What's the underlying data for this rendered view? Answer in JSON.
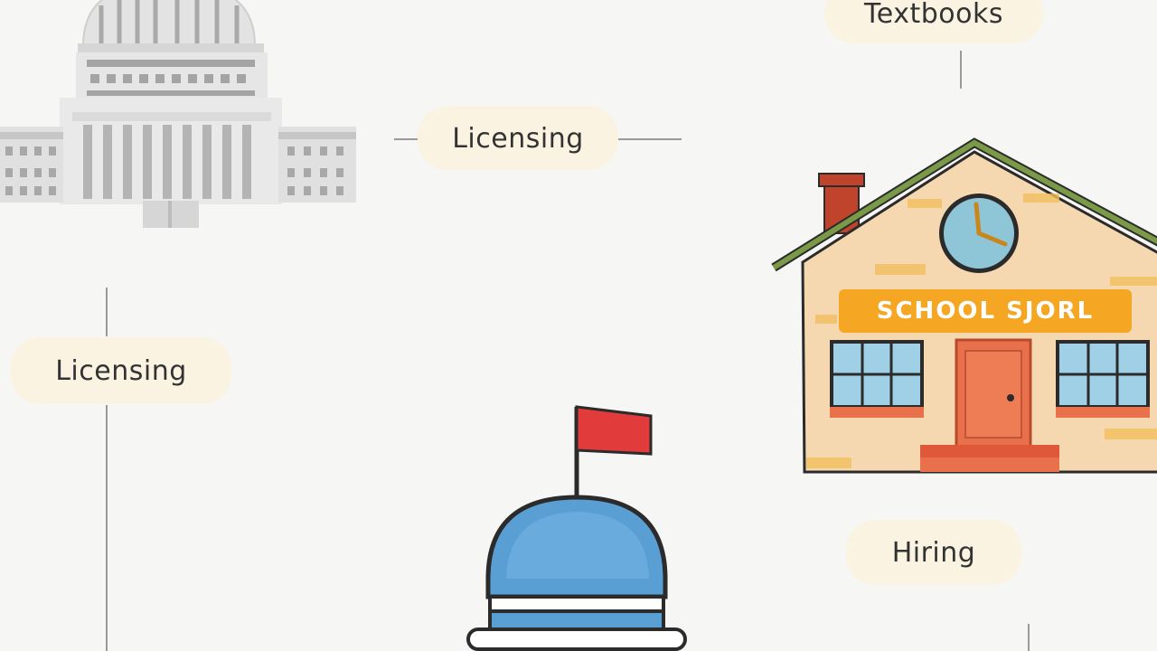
{
  "labels": {
    "textbooks": "Textbooks",
    "licensing_top": "Licensing",
    "licensing_left": "Licensing",
    "hiring": "Hiring"
  },
  "school_sign": "SCHOOL SJORL",
  "colors": {
    "background": "#f6f6f5",
    "pill": "#fbf3e2",
    "connector": "#9a9a9a",
    "capitol": "#d8d8d8",
    "school_wall": "#f6d8b0",
    "school_roof": "#7a9a48",
    "sign": "#f5a623",
    "door": "#e8704a",
    "dome": "#5a9fd4",
    "flag": "#e23b3b"
  },
  "icons": [
    "capitol-building-icon",
    "schoolhouse-icon",
    "dome-with-flag-icon"
  ]
}
